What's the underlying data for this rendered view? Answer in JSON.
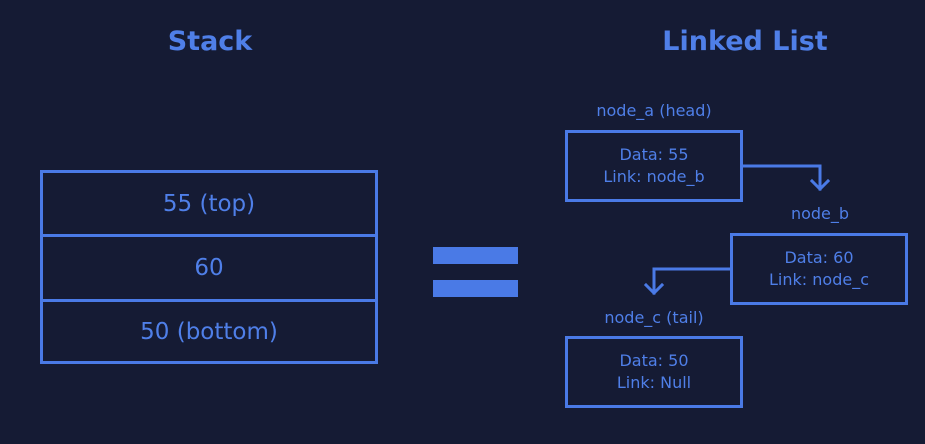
{
  "stack": {
    "title": "Stack",
    "cells": [
      "55 (top)",
      "60",
      "50 (bottom)"
    ]
  },
  "linked_list": {
    "title": "Linked List",
    "nodes": [
      {
        "label": "node_a (head)",
        "data": "Data: 55",
        "link": "Link: node_b"
      },
      {
        "label": "node_b",
        "data": "Data: 60",
        "link": "Link: node_c"
      },
      {
        "label": "node_c (tail)",
        "data": "Data: 50",
        "link": "Link: Null"
      }
    ]
  },
  "colors": {
    "background": "#151b34",
    "accent": "#4a7ae6",
    "text": "#4f7fe8"
  }
}
